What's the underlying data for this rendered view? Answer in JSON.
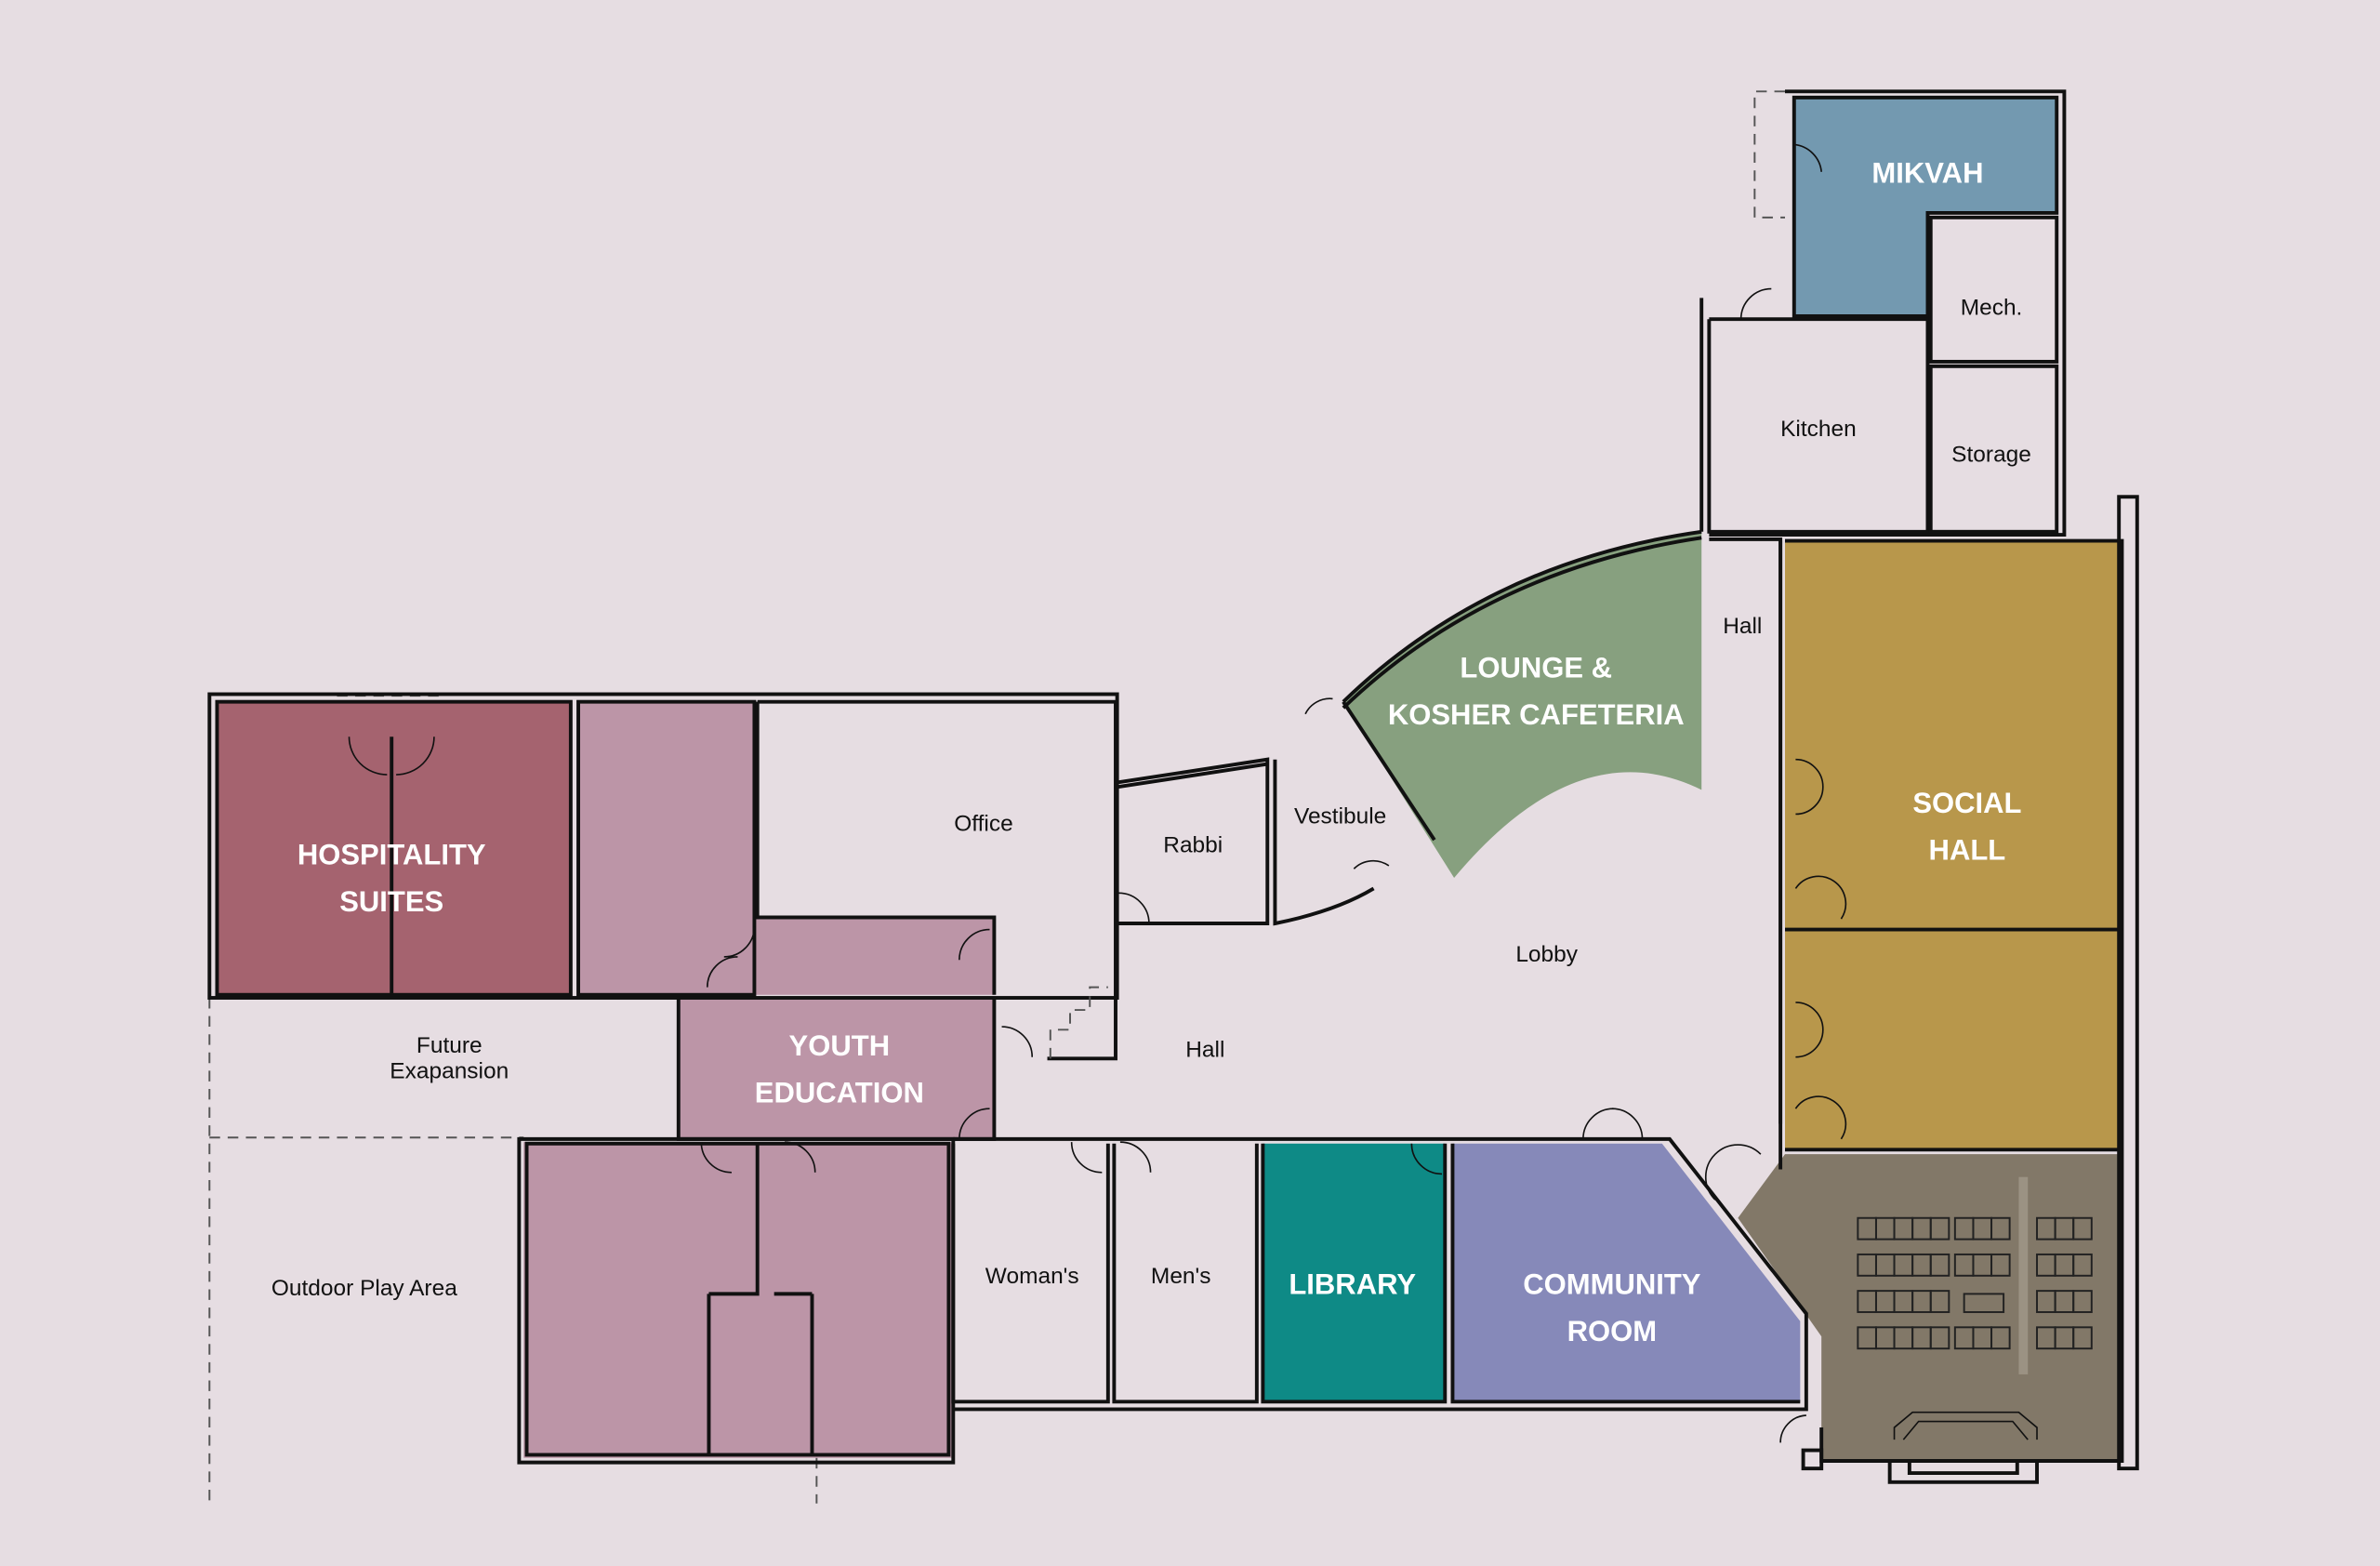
{
  "colors": {
    "background": "#e6dde2",
    "hospitality": "#a5636f",
    "youth": "#bc95a7",
    "lounge": "#87a07f",
    "mikvah": "#7399b0",
    "social_hall": "#b8974b",
    "sanctuary": "#827868",
    "community_room": "#8689b9",
    "library": "#0e8a86"
  },
  "rooms": {
    "hospitality": [
      "HOSPITALITY",
      "SUITES"
    ],
    "youth": [
      "YOUTH",
      "EDUCATION"
    ],
    "lounge": [
      "LOUNGE &",
      "KOSHER CAFETERIA"
    ],
    "mikvah": "MIKVAH",
    "social_hall": [
      "SOCIAL",
      "HALL"
    ],
    "library": "LIBRARY",
    "community_room": [
      "COMMUNITY",
      "ROOM"
    ],
    "office": "Office",
    "rabbi": "Rabbi",
    "vestibule": "Vestibule",
    "lobby": "Lobby",
    "hall_main": "Hall",
    "hall_north": "Hall",
    "kitchen": "Kitchen",
    "mech": "Mech.",
    "storage": "Storage",
    "womens": "Woman's",
    "mens": "Men's",
    "future": [
      "Future",
      "Exapansion"
    ],
    "outdoor": "Outdoor Play Area"
  }
}
